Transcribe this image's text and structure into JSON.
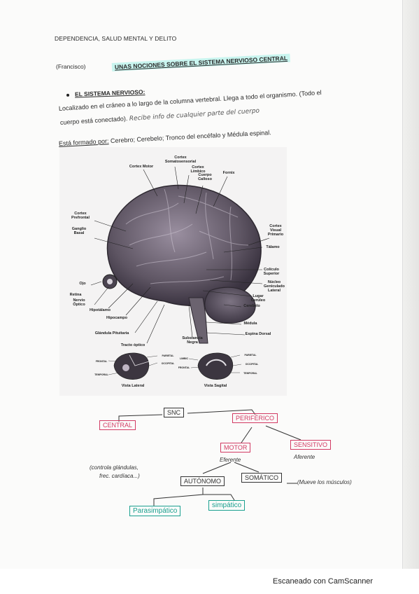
{
  "header": "DEPENDENCIA, SALUD MENTAL Y DELITO",
  "author": "(Francisco)",
  "section_title": "UNAS NOCIONES SOBRE EL SISTEMA NERVIOSO CENTRAL",
  "subtitle": "EL SISTEMA NERVIOSO:",
  "paragraph1_line1": "Localizado en el cráneo a lo largo de la columna vertebral. Llega a todo el organismo. (Todo el",
  "paragraph1_line2": "cuerpo está conectado).",
  "paragraph1_handwritten": "Recibe info de cualquier parte del cuerpo",
  "paragraph2_label": "Está formado por:",
  "paragraph2_text": " Cerebro; Cerebelo; Tronco del encéfalo y Médula espinal.",
  "brain_labels": {
    "cortex_somatosensorial": "Cortex Somatosensorial",
    "cortex_motor": "Cortex Motor",
    "cortex_limbico": "Cortex Límbico",
    "cuerpo_calloso": "Cuerpo Calloso",
    "fornix": "Fornix",
    "cortex_prefrontal": "Cortex Prefrontal",
    "ganglio_basal": "Ganglio Basal",
    "cortex_visual_primario": "Cortex Visual Primario",
    "talamo": "Tálamo",
    "ojo": "Ojo",
    "retina": "Retina",
    "nervio_optico": "Nervio Óptico",
    "colliculo_superior": "Colículo Superior",
    "nucleo_geniculado": "Núcleo Geniculado Lateral",
    "hipotalamo": "Hipotálamo",
    "hipocampo": "Hipocampo",
    "lugar_ceruleo": "Lugar Cerúleo",
    "cerebelo": "Cerebelo",
    "glandula_pituitaria": "Glándula Pituitaria",
    "medula": "Médula",
    "tracto_optico": "Tracto óptico",
    "sustancia_negra": "Substancia Negra",
    "espina_dorsal": "Espina Dorsal",
    "vista_lateral": "Vista Lateral",
    "vista_sagital": "Vista Sagital",
    "parietal": "PARIETAL",
    "frontal": "FRONTAL",
    "occipital": "OCCIPITAL",
    "temporal": "TEMPORAL",
    "limbic": "LIMBIC"
  },
  "diagram": {
    "snc": "SNC",
    "central": "CENTRAL",
    "periferico": "PERIFÉRICO",
    "motor": "MOTOR",
    "motor_note": "Eferente",
    "sensitivo": "SENSITIVO",
    "sensitivo_note": "Aferente",
    "autonomo": "AUTÓNOMO",
    "somatico": "SOMÁTICO",
    "somatico_note": "(Mueve los músculos)",
    "autonomo_note_1": "(controla glándulas,",
    "autonomo_note_2": "frec. cardíaca...)",
    "parasimpatico": "Parasimpático",
    "simpatico": "simpático"
  },
  "scanner": "Escaneado con CamScanner"
}
